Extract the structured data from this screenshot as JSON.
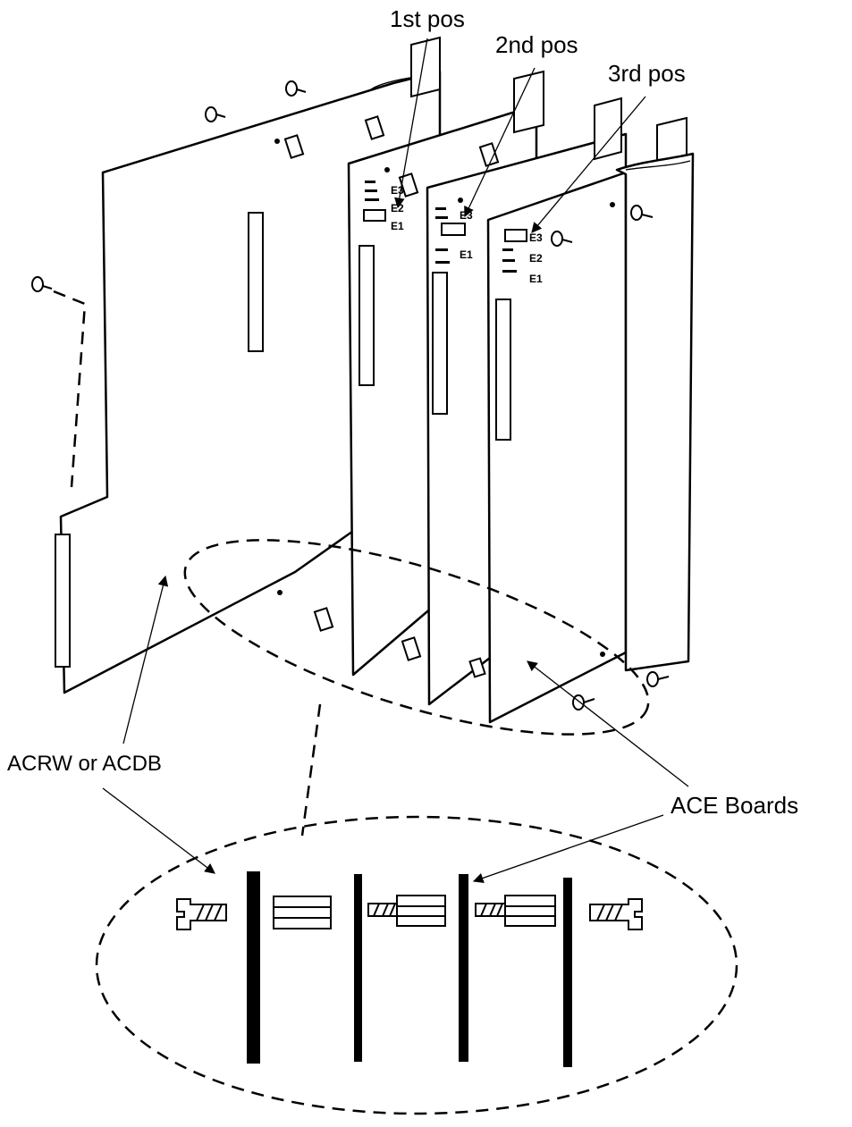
{
  "labels": {
    "pos1": "1st pos",
    "pos2": "2nd pos",
    "pos3": "3rd pos",
    "acrw": "ACRW or ACDB",
    "ace": "ACE Boards"
  },
  "jumpers": [
    "E3",
    "E2",
    "E1"
  ],
  "colors": {
    "line": "#000000",
    "background": "#ffffff"
  }
}
